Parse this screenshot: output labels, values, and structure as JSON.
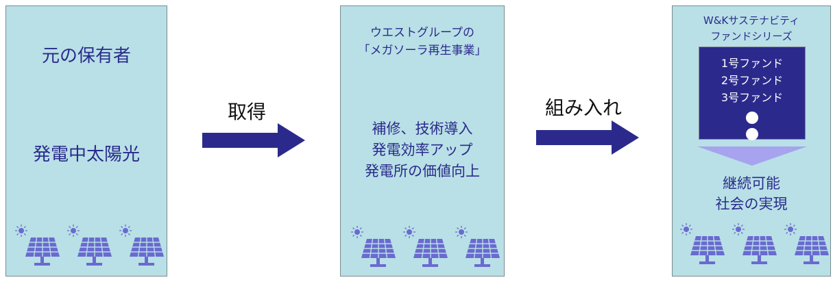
{
  "colors": {
    "panel_bg": "#b8e0e6",
    "panel_border": "#7a8a8c",
    "navy": "#2b2a8c",
    "solar": "#6a6ad0",
    "triangle": "#a7a3ee"
  },
  "panel_original": {
    "title": "元の保有者",
    "subtitle": "発電中太陽光",
    "icons": [
      "solar-panel-icon",
      "solar-panel-icon",
      "solar-panel-icon"
    ]
  },
  "arrow_acquire": {
    "label": "取得"
  },
  "panel_west": {
    "heading_line1": "ウエストグループの",
    "heading_line2": "「メガソーラ再生事業」",
    "body_line1": "補修、技術導入",
    "body_line2": "発電効率アップ",
    "body_line3": "発電所の価値向上",
    "icons": [
      "solar-panel-icon",
      "solar-panel-icon",
      "solar-panel-icon"
    ]
  },
  "arrow_incorporate": {
    "label": "組み入れ"
  },
  "panel_fund": {
    "heading_line1": "W&Kサステナビティ",
    "heading_line2": "ファンドシリーズ",
    "funds": [
      "1号ファンド",
      "2号ファンド",
      "3号ファンド"
    ],
    "body_line1": "継続可能",
    "body_line2": "社会の実現",
    "icons": [
      "solar-panel-icon",
      "solar-panel-icon",
      "solar-panel-icon"
    ]
  }
}
